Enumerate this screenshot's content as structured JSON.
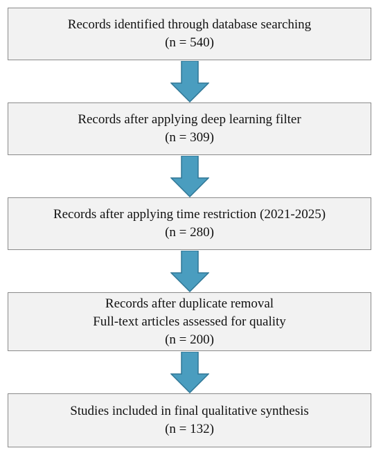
{
  "flow": {
    "steps": [
      {
        "lines": [
          "Records identified through database searching",
          "(n = 540)"
        ]
      },
      {
        "lines": [
          "Records after applying deep learning filter",
          "(n = 309)"
        ]
      },
      {
        "lines": [
          "Records after applying time restriction (2021-2025)",
          "(n = 280)"
        ]
      },
      {
        "lines": [
          "Records after duplicate removal",
          "Full-text articles assessed for quality",
          "(n = 200)"
        ]
      },
      {
        "lines": [
          "Studies included in final qualitative synthesis",
          "(n = 132)"
        ]
      }
    ],
    "colors": {
      "box_fill": "#f2f2f2",
      "box_border": "#8a8a8a",
      "arrow_fill": "#4a9dbf",
      "arrow_stroke": "#2f7695",
      "text": "#111111"
    },
    "arrow_icon": "down-arrow-icon"
  }
}
